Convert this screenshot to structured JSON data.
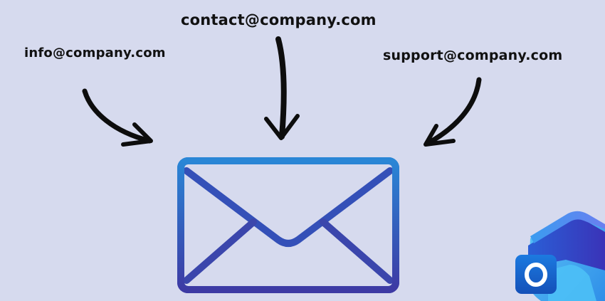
{
  "addresses": {
    "info": "info@company.com",
    "contact": "contact@company.com",
    "support": "support@company.com"
  },
  "icons": {
    "envelope": "envelope-icon",
    "outlook": "outlook-logo-icon",
    "arrows": [
      "curved-arrow-down-right-icon",
      "arrow-down-icon",
      "curved-arrow-down-left-icon"
    ]
  },
  "outlook_logo": {
    "letter": "O"
  },
  "colors": {
    "background": "#d6daee",
    "text": "#111111",
    "arrow": "#0d0d0d",
    "envelope_top": "#2a86d6",
    "envelope_bottom": "#3d3aa4",
    "outlook_tile": "#1769d0",
    "outlook_back_light": "#3fb4f2",
    "outlook_back_dark": "#3a3fc4"
  }
}
